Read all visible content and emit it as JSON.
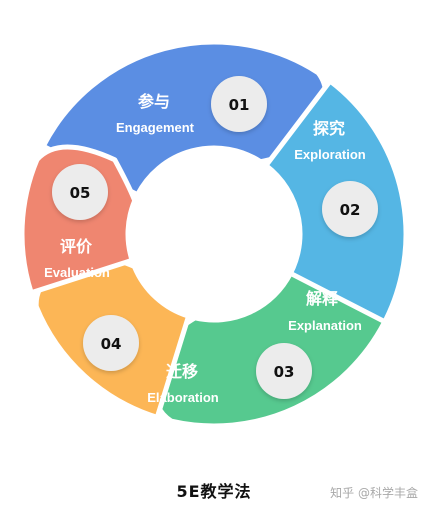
{
  "title": "5E教学法",
  "watermark": "知乎 @科学丰盒",
  "colors": {
    "engagement": "#5b8ee3",
    "exploration": "#55b6e4",
    "explanation": "#56c98f",
    "elaboration": "#fcb656",
    "evaluation": "#ef8670",
    "badge": "#ececec",
    "badge_text": "#111111"
  },
  "stages": [
    {
      "key": "engagement",
      "number": "01",
      "zh": "参与",
      "en": "Engagement"
    },
    {
      "key": "exploration",
      "number": "02",
      "zh": "探究",
      "en": "Exploration"
    },
    {
      "key": "explanation",
      "number": "03",
      "zh": "解释",
      "en": "Explanation"
    },
    {
      "key": "elaboration",
      "number": "04",
      "zh": "迁移",
      "en": "Elaboration"
    },
    {
      "key": "evaluation",
      "number": "05",
      "zh": "评价",
      "en": "Evaluation"
    }
  ]
}
